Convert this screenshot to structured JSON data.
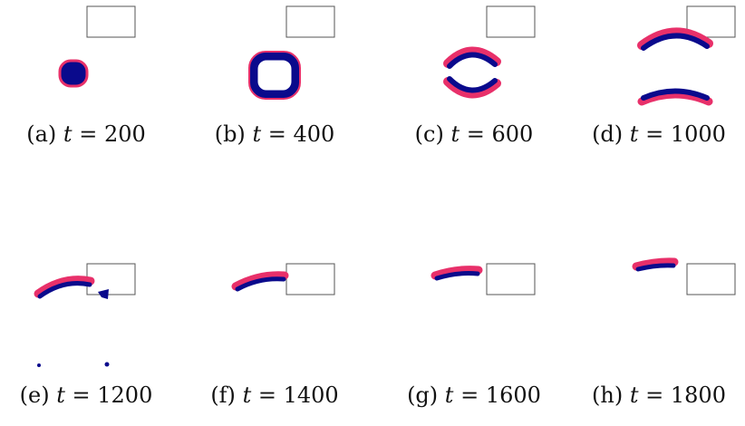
{
  "figure": {
    "panels": [
      {
        "letter": "(a)",
        "var": "t",
        "eq": "=",
        "value": "200"
      },
      {
        "letter": "(b)",
        "var": "t",
        "eq": "=",
        "value": "400"
      },
      {
        "letter": "(c)",
        "var": "t",
        "eq": "=",
        "value": "600"
      },
      {
        "letter": "(d)",
        "var": "t",
        "eq": "=",
        "value": "1000"
      },
      {
        "letter": "(e)",
        "var": "t",
        "eq": "=",
        "value": "1200"
      },
      {
        "letter": "(f)",
        "var": "t",
        "eq": "=",
        "value": "1400"
      },
      {
        "letter": "(g)",
        "var": "t",
        "eq": "=",
        "value": "1600"
      },
      {
        "letter": "(h)",
        "var": "t",
        "eq": "=",
        "value": "1800"
      }
    ],
    "colors": {
      "inner": "#0a0a8c",
      "outer": "#e8306a",
      "box": "#555555"
    }
  }
}
